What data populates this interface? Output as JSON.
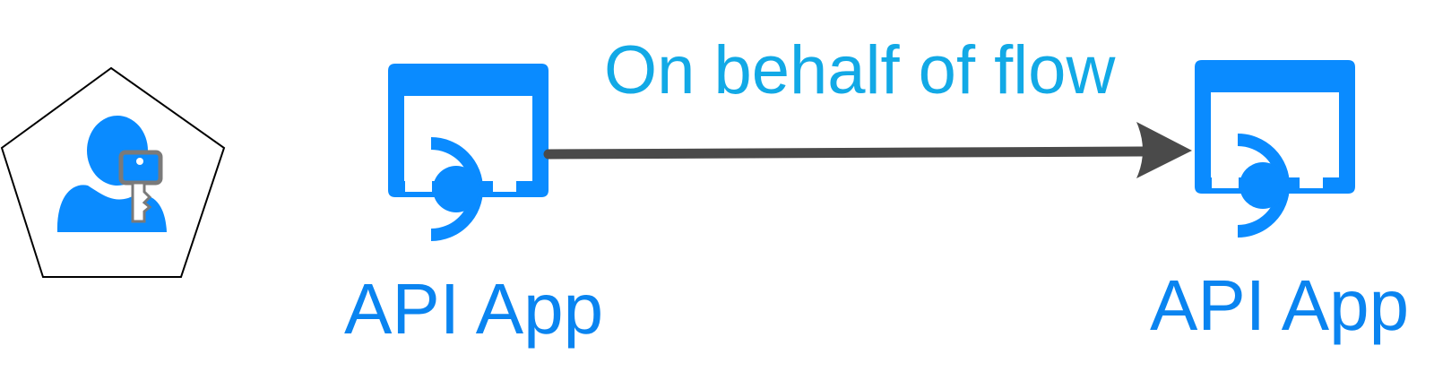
{
  "user_node": {
    "icon": "user-with-key-icon",
    "shape": "pentagon"
  },
  "source_app": {
    "icon": "api-app-icon",
    "label": "API App"
  },
  "target_app": {
    "icon": "api-app-icon",
    "label": "API App"
  },
  "flow": {
    "label": "On behalf of flow",
    "direction": "source-to-target"
  },
  "colors": {
    "app_blue": "#0a8bff",
    "label_blue": "#0a84f0",
    "flow_label": "#12a9e6",
    "arrow": "#4a4a4a",
    "key_outline": "#7a7a7a",
    "pentagon_stroke": "#000000"
  }
}
